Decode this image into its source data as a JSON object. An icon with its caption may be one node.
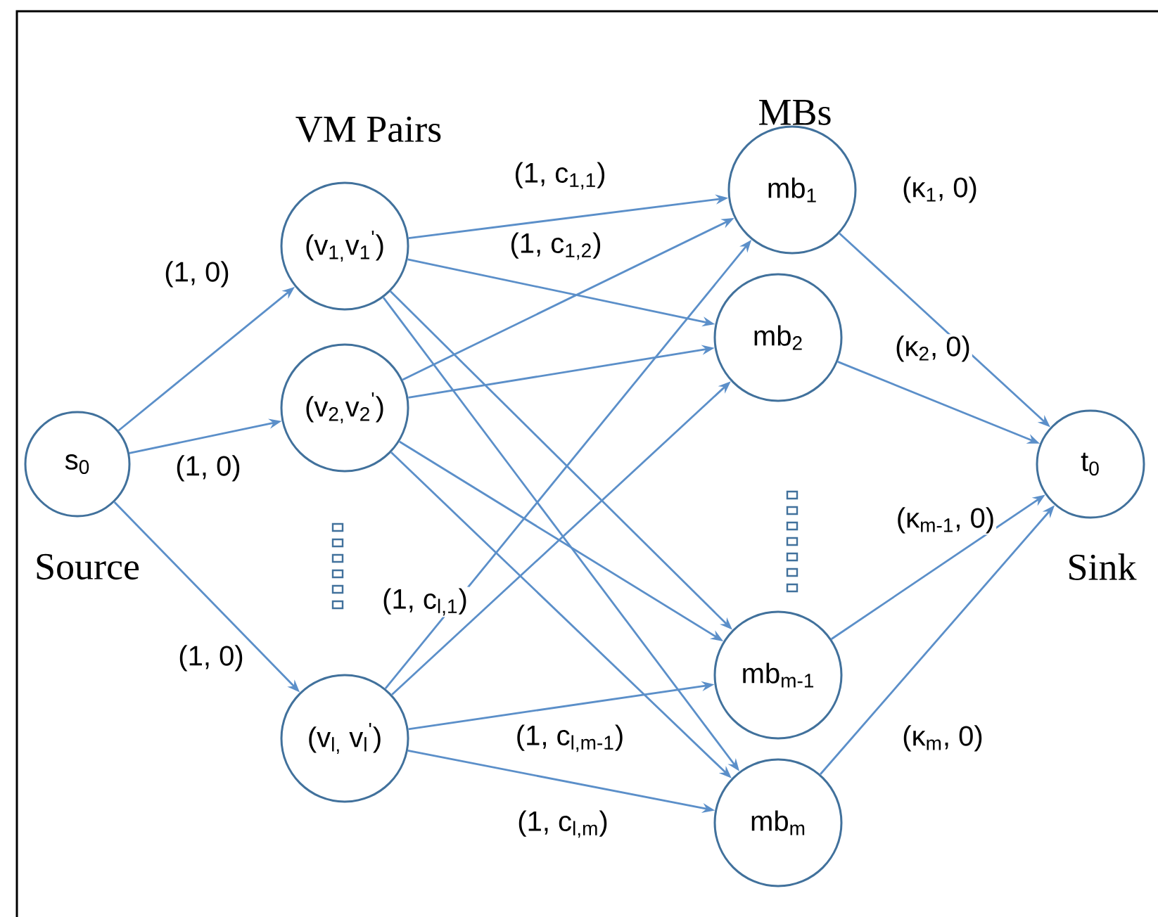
{
  "diagram": {
    "nodes": [
      {
        "text": [
          "s$_{0}$"
        ],
        "beside": [
          "Source"
        ]
      },
      {
        "text": [
          "(v$_{1,}$v$_{1}$$^{'}$)"
        ]
      },
      {
        "text": [
          "(v$_{2,}$v$_{2}$$^{'}$)"
        ]
      },
      {
        "text": [
          "(v$_{l,}$ v$_{l}$$^{'}$)"
        ]
      },
      {
        "text": [
          "mb$_{1}$"
        ]
      },
      {
        "text": [
          "mb$_{2}$"
        ]
      },
      {
        "text": [
          "mb$_{m-1}$"
        ]
      },
      {
        "text": [
          "mb$_{m}$"
        ]
      },
      {
        "text": [
          "t$_{0}$"
        ],
        "beside": [
          "Sink"
        ]
      }
    ],
    "edges": [
      {
        "from": 0,
        "to": 1,
        "arrow": "to",
        "label": "(1, 0)"
      },
      {
        "from": 0,
        "to": 2,
        "arrow": "to",
        "label": "(1, 0)"
      },
      {
        "from": 0,
        "to": 3,
        "arrow": "to",
        "label": "(1, 0)"
      },
      {
        "from": 1,
        "to": 4,
        "arrow": "to",
        "label": "(1, c$_{1,1}$)"
      },
      {
        "from": 1,
        "to": 5,
        "arrow": "to",
        "label": "(1, c$_{1,2}$)"
      },
      {
        "from": 1,
        "to": 6,
        "arrow": "to"
      },
      {
        "from": 1,
        "to": 7,
        "arrow": "to"
      },
      {
        "from": 2,
        "to": 4,
        "arrow": "to"
      },
      {
        "from": 2,
        "to": 5,
        "arrow": "to"
      },
      {
        "from": 2,
        "to": 6,
        "arrow": "to"
      },
      {
        "from": 2,
        "to": 7,
        "arrow": "to"
      },
      {
        "from": 3,
        "to": 4,
        "arrow": "to",
        "label": "(1, c$_{l,1}$)"
      },
      {
        "from": 3,
        "to": 5,
        "arrow": "to"
      },
      {
        "from": 3,
        "to": 6,
        "arrow": "to",
        "label": "(1, c$_{l,m-1}$)"
      },
      {
        "from": 3,
        "to": 7,
        "arrow": "to",
        "label": "(1, c$_{l,m}$)"
      },
      {
        "from": 4,
        "to": 8,
        "arrow": "to",
        "label": "(κ$_{1}$, 0)"
      },
      {
        "from": 5,
        "to": 8,
        "arrow": "to",
        "label": "(κ$_{2}$, 0)"
      },
      {
        "from": 6,
        "to": 8,
        "arrow": "to",
        "label": "(κ$_{m-1}$, 0)"
      },
      {
        "from": 7,
        "to": 8,
        "arrow": "to",
        "label": "(κ$_{m}$, 0)"
      }
    ],
    "labels": [
      "VM Pairs",
      "MBs"
    ]
  }
}
